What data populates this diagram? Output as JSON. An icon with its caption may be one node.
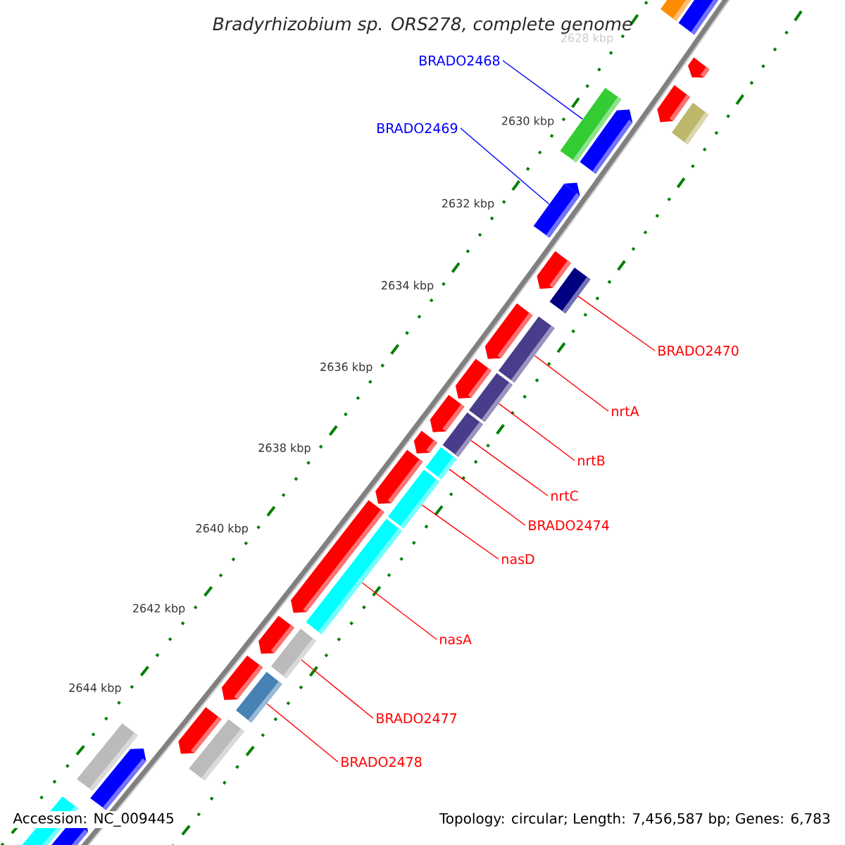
{
  "diagram": {
    "title": "Bradyrhizobium sp. ORS278, complete genome",
    "nodes": [
      {
        "text": [
          "BRADO2468"
        ]
      },
      {
        "text": [],
        "shape": "bar"
      },
      {
        "text": [
          "BRADO2469"
        ]
      },
      {
        "text": [],
        "shape": "bar"
      },
      {
        "text": [
          "BRADO2470"
        ]
      },
      {
        "text": [],
        "shape": "bar"
      },
      {
        "text": [
          "nrtA"
        ]
      },
      {
        "text": [],
        "shape": "bar"
      },
      {
        "text": [
          "nrtB"
        ]
      },
      {
        "text": [],
        "shape": "bar"
      },
      {
        "text": [
          "nrtC"
        ]
      },
      {
        "text": [],
        "shape": "bar"
      },
      {
        "text": [
          "BRADO2474"
        ]
      },
      {
        "text": [],
        "shape": "bar"
      },
      {
        "text": [
          "nasD"
        ]
      },
      {
        "text": [],
        "shape": "bar"
      },
      {
        "text": [
          "nasA"
        ]
      },
      {
        "text": [],
        "shape": "bar"
      },
      {
        "text": [
          "BRADO2477"
        ]
      },
      {
        "text": [],
        "shape": "bar"
      },
      {
        "text": [
          "BRADO2478"
        ]
      },
      {
        "text": [],
        "shape": "bar"
      }
    ],
    "edges": [
      {
        "from": 0,
        "to": 1,
        "arrow": "none",
        "color": "#0000ff"
      },
      {
        "from": 2,
        "to": 3,
        "arrow": "none",
        "color": "#0000ff"
      },
      {
        "from": 4,
        "to": 5,
        "arrow": "none"
      },
      {
        "from": 6,
        "to": 7,
        "arrow": "none"
      },
      {
        "from": 8,
        "to": 9,
        "arrow": "none"
      },
      {
        "from": 10,
        "to": 11,
        "arrow": "none"
      },
      {
        "from": 12,
        "to": 13,
        "arrow": "none"
      },
      {
        "from": 14,
        "to": 15,
        "arrow": "none"
      },
      {
        "from": 16,
        "to": 17,
        "arrow": "none"
      },
      {
        "from": 18,
        "to": 19,
        "arrow": "none"
      },
      {
        "from": 20,
        "to": 21,
        "arrow": "none"
      }
    ],
    "labels": [
      "2628 kbp",
      "2630 kbp",
      "2632 kbp",
      "2634 kbp",
      "2636 kbp",
      "2638 kbp",
      "2640 kbp",
      "2642 kbp",
      "2644 kbp",
      "Accession: NC_009445",
      "Topology: circular; Length: 7,456,587 bp; Genes: 6,783"
    ]
  }
}
